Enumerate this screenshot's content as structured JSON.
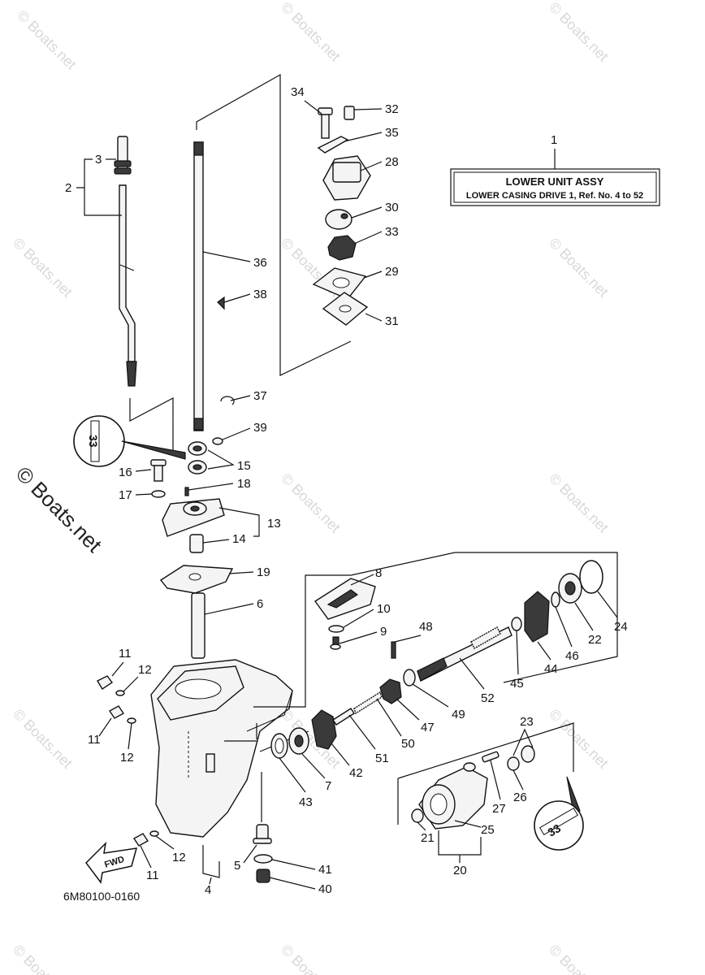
{
  "assembly_box": {
    "ref_number": "1",
    "title": "LOWER UNIT ASSY",
    "subtitle": "LOWER CASING DRIVE 1,  Ref. No. 4 to 52"
  },
  "diagram_code": "6M80100-0160",
  "fwd_label": "FWD",
  "sealant_mark_a": "33",
  "sealant_mark_b": "33",
  "watermarks": {
    "faint": "© Boats.net",
    "prominent": "© Boats.net"
  },
  "callouts": {
    "c2": "2",
    "c3": "3",
    "c4": "4",
    "c5": "5",
    "c6": "6",
    "c7": "7",
    "c8": "8",
    "c9": "9",
    "c10": "10",
    "c11a": "11",
    "c11b": "11",
    "c11c": "11",
    "c12a": "12",
    "c12b": "12",
    "c12c": "12",
    "c13": "13",
    "c14": "14",
    "c15": "15",
    "c16": "16",
    "c17": "17",
    "c18": "18",
    "c19": "19",
    "c20": "20",
    "c21": "21",
    "c22": "22",
    "c23": "23",
    "c24": "24",
    "c25": "25",
    "c26": "26",
    "c27": "27",
    "c28": "28",
    "c29": "29",
    "c30": "30",
    "c31": "31",
    "c32": "32",
    "c33": "33",
    "c34": "34",
    "c35": "35",
    "c36": "36",
    "c37": "37",
    "c38": "38",
    "c39": "39",
    "c40": "40",
    "c41": "41",
    "c42": "42",
    "c43": "43",
    "c44": "44",
    "c45": "45",
    "c46": "46",
    "c47": "47",
    "c48": "48",
    "c49": "49",
    "c50": "50",
    "c51": "51",
    "c52": "52"
  }
}
